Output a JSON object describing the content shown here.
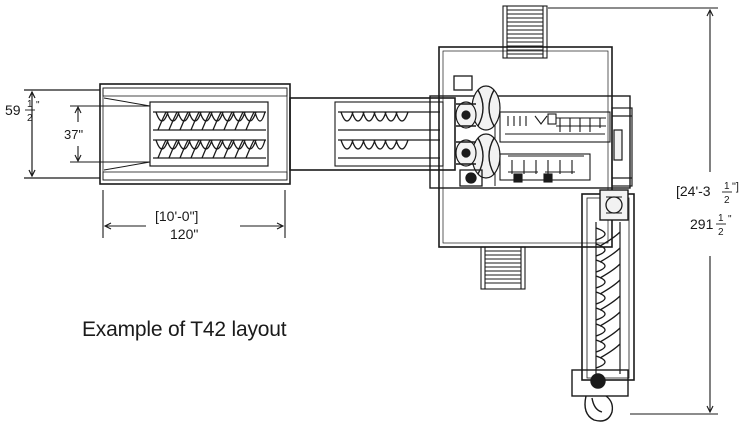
{
  "caption": "Example of T42 layout",
  "dimensions": {
    "width_small": {
      "whole": "59",
      "num": "1",
      "den": "2",
      "unit": "\""
    },
    "width_inner": "37\"",
    "length_bracket": "[10'-0\"]",
    "length_inches": "120\"",
    "height_bracket": {
      "whole": "[24'-3",
      "num": "1",
      "den": "2",
      "close": "\"]"
    },
    "height_inches": {
      "whole": "291",
      "num": "1",
      "den": "2",
      "unit": "\""
    }
  },
  "colors": {
    "line": "#1a1a1a",
    "fill_light": "#f2f2f2",
    "background": "#ffffff"
  }
}
